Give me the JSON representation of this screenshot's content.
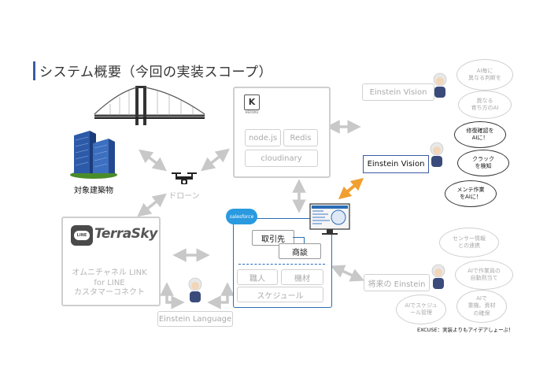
{
  "title": "システム概要（今回の実装スコープ）",
  "heroku": {
    "label": "HEROKU",
    "letter": "K",
    "items": [
      "node.js",
      "Redis",
      "cloudinary"
    ]
  },
  "building_label": "対象建築物",
  "drone_label": "ドローン",
  "salesforce": {
    "cloud_label": "salesforce",
    "accounts": "取引先",
    "deals": "商談",
    "items": [
      "職人",
      "機材",
      "スケジュール"
    ]
  },
  "terrasky": {
    "line_logo": "LINE",
    "brand": "TerraSky",
    "lines": [
      "オムニチャネル LINK",
      "for LINE",
      "カスタマーコネクト"
    ]
  },
  "einstein_language": "Einstein Language",
  "einstein_vision_top": "Einstein Vision",
  "einstein_vision_main": "Einstein Vision",
  "future_einstein": "将来の Einstein",
  "bubbles_top": [
    "AI毎に\n異なる判断を",
    "異なる\n育ち方のAI"
  ],
  "bubbles_main": [
    "修復確認を\nAIに！",
    "クラック\nを検知",
    "メンテ作業\nをAIに！"
  ],
  "bubbles_future": [
    "センサー情報\nとの連携",
    "AIで作業員の\n自動割当て",
    "AIで\n重機、資材\nの確保",
    "AIでスケジュ\nール管理"
  ],
  "excuse": "EXCUSE：実装よりもアイデアしょーぶ！",
  "colors": {
    "accent": "#3b5ba5",
    "orange": "#f0a030",
    "sf_blue": "#2a6db5",
    "gray": "#cfcfcf"
  }
}
